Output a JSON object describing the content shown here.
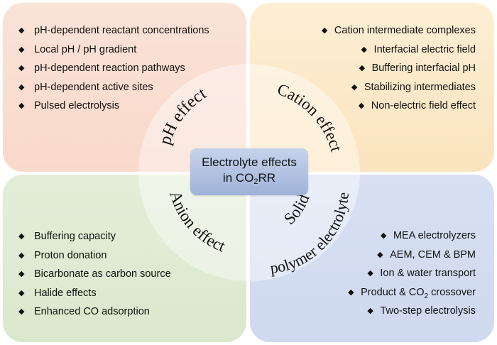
{
  "center": {
    "line1": "Electrolyte effects",
    "line2_prefix": "in CO",
    "line2_sub": "2",
    "line2_suffix": "RR"
  },
  "ring_labels": {
    "ph": "pH effect",
    "cation": "Cation effect",
    "anion": "Anion effect",
    "solid_1": "Solid",
    "solid_2": "polymer electrolyte"
  },
  "quadrants": {
    "ph": {
      "items": [
        {
          "text": "pH-dependent reactant concentrations"
        },
        {
          "text": "Local pH / pH gradient"
        },
        {
          "text": "pH-dependent reaction pathways"
        },
        {
          "text": "pH-dependent active sites"
        },
        {
          "text": "Pulsed electrolysis"
        }
      ]
    },
    "cation": {
      "items": [
        {
          "text": "Cation intermediate complexes"
        },
        {
          "text": "Interfacial electric field"
        },
        {
          "text": "Buffering interfacial pH"
        },
        {
          "text": "Stabilizing intermediates"
        },
        {
          "text": "Non-electric field effect"
        }
      ]
    },
    "anion": {
      "items": [
        {
          "text": "Buffering capacity"
        },
        {
          "text": "Proton donation"
        },
        {
          "text": "Bicarbonate as carbon source"
        },
        {
          "text": "Halide effects"
        },
        {
          "text": "Enhanced CO adsorption"
        }
      ]
    },
    "solid": {
      "items": [
        {
          "text": "MEA electrolyzers"
        },
        {
          "text": "AEM, CEM & BPM"
        },
        {
          "text": "Ion & water transport"
        },
        {
          "text": "Product & CO",
          "sub": "2",
          "suffix": " crossover"
        },
        {
          "text": "Two-step electrolysis"
        }
      ]
    }
  },
  "bullet_glyph": "◆",
  "colors": {
    "ph_quadrant": "#f9d9ca",
    "cation_quadrant": "#fbe4bf",
    "anion_quadrant": "#dbe8cd",
    "solid_quadrant": "#cfd9ef",
    "center_box": "#b3c3e2"
  }
}
